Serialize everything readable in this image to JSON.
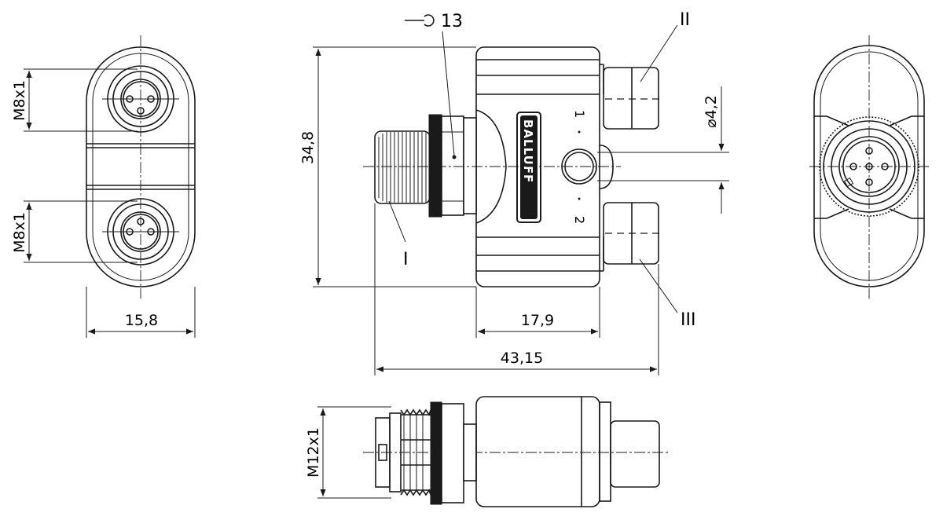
{
  "dimensions": {
    "left_width": "15,8",
    "top_thread": "M8x1",
    "bottom_thread": "M8x1",
    "height": "34,8",
    "body_width": "17,9",
    "total_width": "43,15",
    "hole_diameter": "4,2",
    "wrench_size": "13",
    "main_thread": "M12x1"
  },
  "callouts": {
    "port_I": "I",
    "port_II": "II",
    "port_III": "III",
    "pin_1": "1",
    "pin_2": "2"
  },
  "brand": "BALLUFF"
}
